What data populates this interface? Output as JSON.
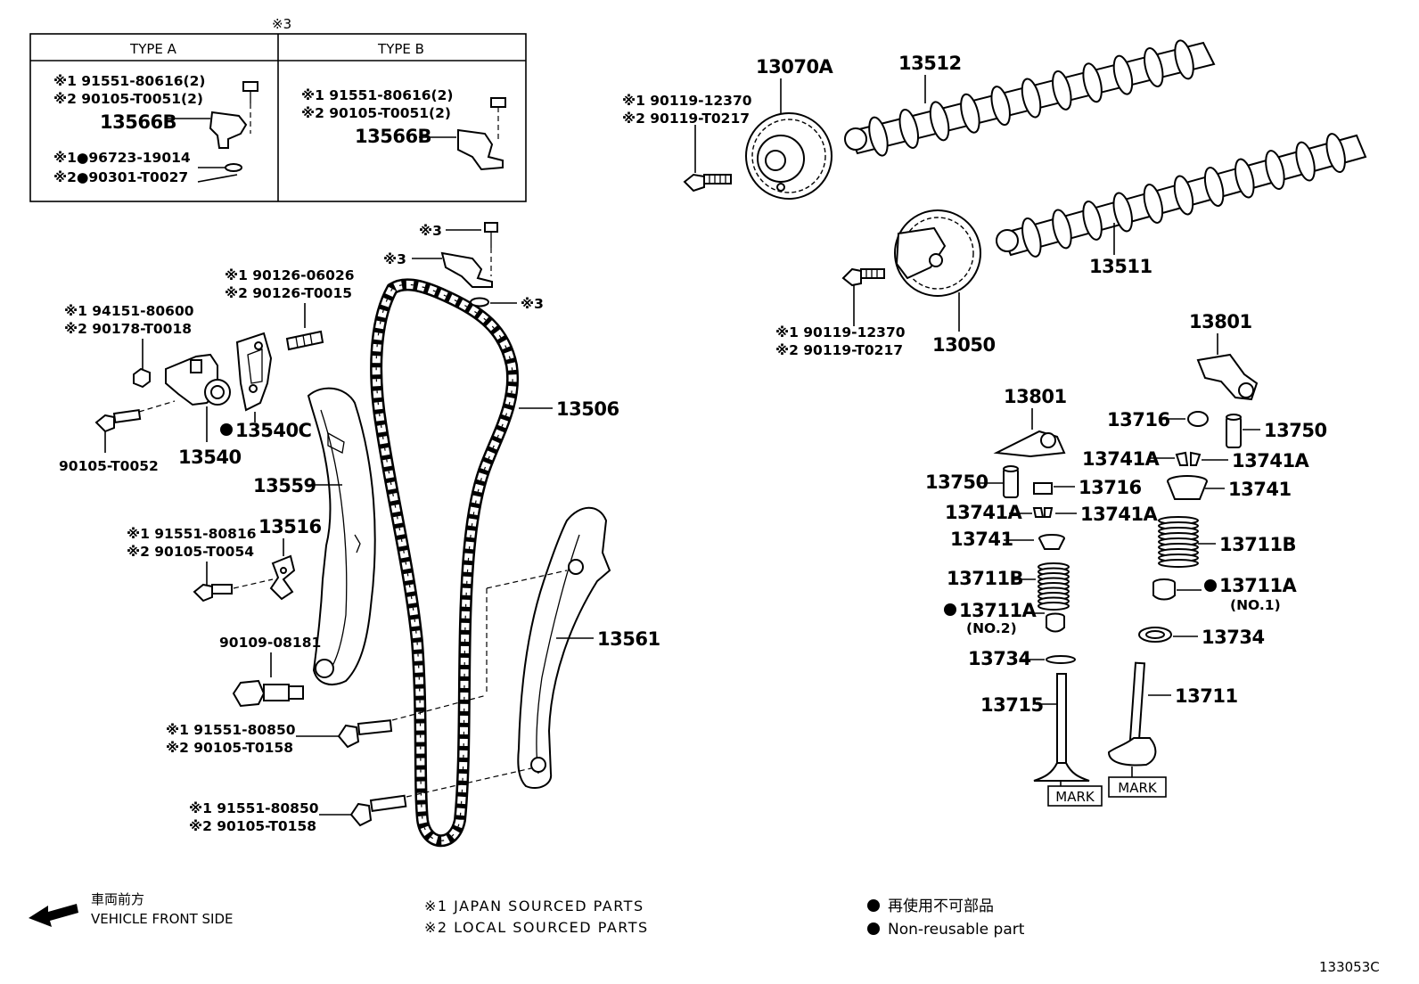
{
  "type_box": {
    "marker": "※3",
    "type_a": {
      "header": "TYPE A",
      "lines": [
        {
          "k": "※1",
          "v": "91551-80616(2)"
        },
        {
          "k": "※2",
          "v": "90105-T0051(2)"
        },
        {
          "k": "",
          "v": "13566B"
        },
        {
          "k": "※1●",
          "v": "96723-19014"
        },
        {
          "k": "※2●",
          "v": "90301-T0027"
        }
      ]
    },
    "type_b": {
      "header": "TYPE B",
      "lines": [
        {
          "k": "※1",
          "v": "91551-80616(2)"
        },
        {
          "k": "※2",
          "v": "90105-T0051(2)"
        },
        {
          "k": "",
          "v": "13566B"
        }
      ]
    }
  },
  "labels": {
    "p13070A": "13070A",
    "p13512": "13512",
    "p13511": "13511",
    "p13050": "13050",
    "p13506": "13506",
    "p13540C": "13540C",
    "p13540": "13540",
    "p13559": "13559",
    "p13516": "13516",
    "p13561": "13561",
    "p13801a": "13801",
    "p13801b": "13801",
    "p13716a": "13716",
    "p13716b": "13716",
    "p13750a": "13750",
    "p13750b": "13750",
    "p13741Aa": "13741A",
    "p13741Ab": "13741A",
    "p13741Ac": "13741A",
    "p13741Ad": "13741A",
    "p13741a": "13741",
    "p13741b": "13741",
    "p13711Ba": "13711B",
    "p13711Bb": "13711B",
    "p13711Aa": "13711A",
    "p13711Ab": "13711A",
    "no1": "(NO.1)",
    "no2": "(NO.2)",
    "p13734a": "13734",
    "p13734b": "13734",
    "p13715": "13715",
    "p13711": "13711",
    "mark1": "MARK",
    "mark2": "MARK",
    "m3a": "※3",
    "m3b": "※3",
    "m3c": "※3",
    "bolt_cam_top": [
      "※1 90119-12370",
      "※2 90119-T0217"
    ],
    "bolt_cam_bot": [
      "※1 90119-12370",
      "※2 90119-T0217"
    ],
    "stud": [
      "※1 90126-06026",
      "※2 90126-T0015"
    ],
    "nut": [
      "※1 94151-80600",
      "※2 90178-T0018"
    ],
    "bolt_tens": "90105-T0052",
    "bolt_damper": [
      "※1 91551-80816",
      "※2 90105-T0054"
    ],
    "pivot": "90109-08181",
    "bolt_guide1": [
      "※1 91551-80850",
      "※2 90105-T0158"
    ],
    "bolt_guide2": [
      "※1 91551-80850",
      "※2 90105-T0158"
    ]
  },
  "footer": {
    "front_jp": "車両前方",
    "front_en": "VEHICLE FRONT SIDE",
    "japan": "※1  JAPAN SOURCED PARTS",
    "local": "※2  LOCAL SOURCED PARTS",
    "nonreuse_jp": "再使用不可部品",
    "nonreuse_en": "Non-reusable part",
    "illust_id": "133053C"
  }
}
